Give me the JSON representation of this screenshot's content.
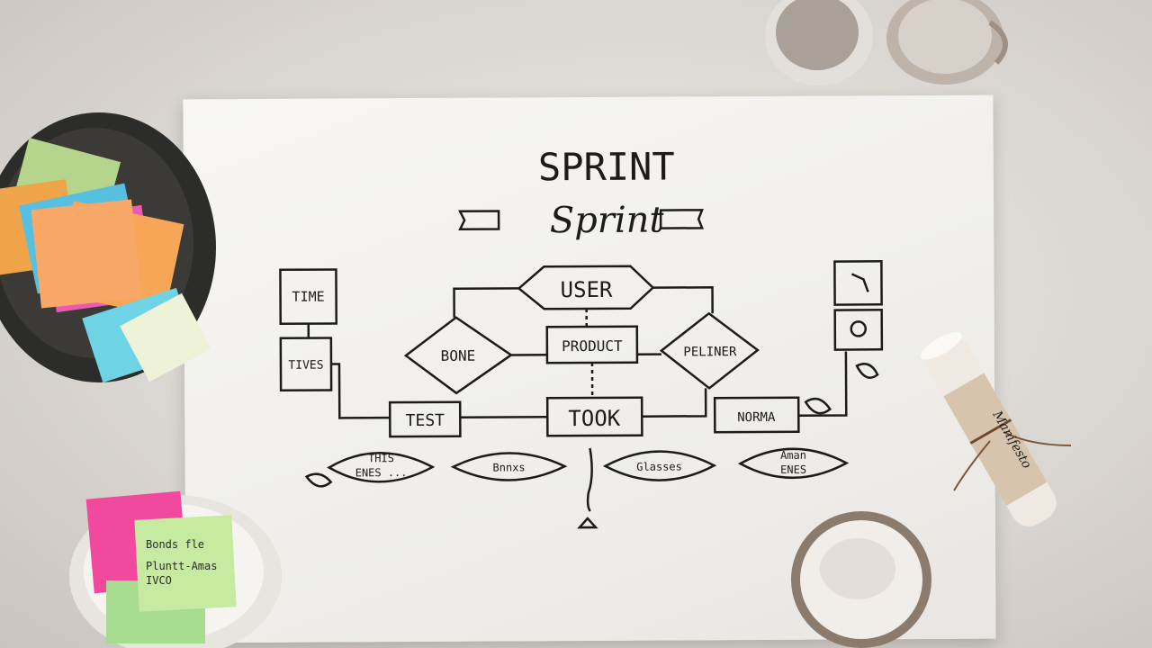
{
  "sketch": {
    "title": "SPRINT",
    "subtitle": "Sprint",
    "nodes": {
      "user": "USER",
      "product": "PRODUCT",
      "left_diamond": "BONE",
      "right_diamond": "PELINER",
      "left_box_top": "TIME",
      "left_box_bottom": "TIVES",
      "test": "TEST",
      "took": "TOOK",
      "right_box": "NORMA"
    },
    "ovals": [
      {
        "line1": "THIS",
        "line2": "ENES ..."
      },
      {
        "line1": "Bnnxs",
        "line2": ""
      },
      {
        "line1": "Glasses",
        "line2": ""
      },
      {
        "line1": "Aman",
        "line2": "ENES"
      }
    ]
  },
  "sticky_note": {
    "line1": "Bonds fle",
    "line2": "Pluntt-Amas",
    "line3": "IVCO"
  },
  "scroll_label": "Manifesto"
}
